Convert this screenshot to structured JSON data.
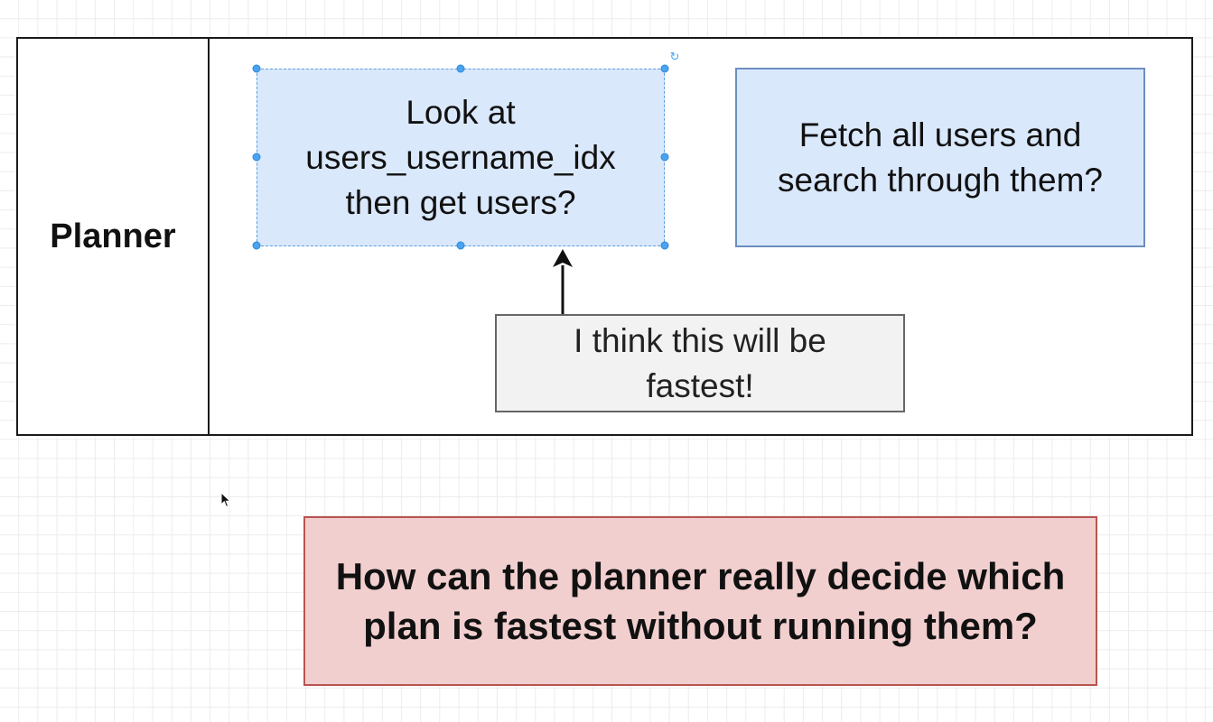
{
  "pool": {
    "lane_label": "Planner"
  },
  "plans": {
    "index_plan": "Look at users_username_idx then get users?",
    "scan_plan": "Fetch all users and search through them?"
  },
  "note": {
    "text": "I think this will be fastest!"
  },
  "question": {
    "text": "How can the planner really decide which plan is fastest without running them?"
  },
  "colors": {
    "plan_fill": "#dae8fc",
    "plan_border": "#6c8ebf",
    "selection": "#4aa3f0",
    "note_fill": "#f2f2f2",
    "question_fill": "#f2cfcf",
    "question_border": "#b85450"
  },
  "icons": {
    "rotate": "rotate-icon",
    "cursor": "mouse-pointer-icon"
  }
}
